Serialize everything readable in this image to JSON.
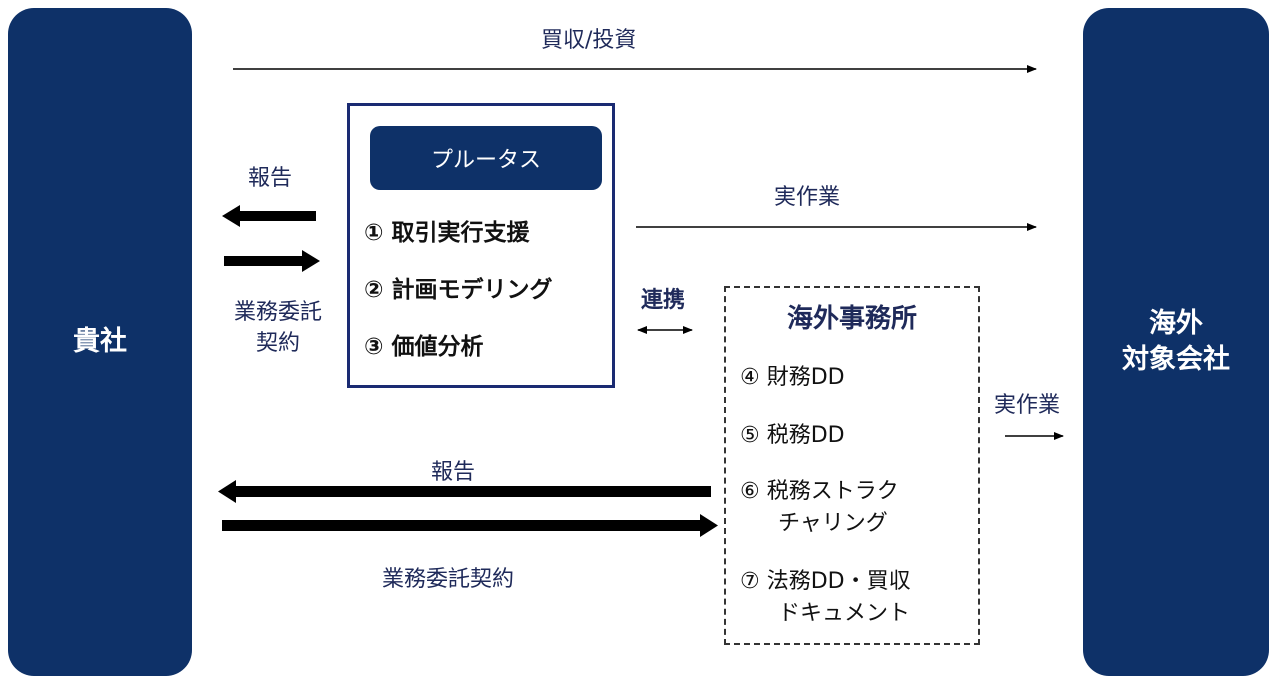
{
  "left_pillar": {
    "label": "貴社"
  },
  "right_pillar": {
    "line1": "海外",
    "line2": "対象会社"
  },
  "top_arrow_label": "買収/投資",
  "left_report_label": "報告",
  "left_contract_label_line1": "業務委託",
  "left_contract_label_line2": "契約",
  "pluto": {
    "title": "プルータス",
    "items": [
      "① 取引実行支援",
      "② 計画モデリング",
      "③ 価値分析"
    ]
  },
  "work_label_top": "実作業",
  "link_label": "連携",
  "office": {
    "title": "海外事務所",
    "items": [
      {
        "line1": "④ 財務DD",
        "line2": ""
      },
      {
        "line1": "⑤ 税務DD",
        "line2": ""
      },
      {
        "line1": "⑥ 税務ストラク",
        "line2": "チャリング"
      },
      {
        "line1": "⑦ 法務DD・買収",
        "line2": "ドキュメント"
      }
    ]
  },
  "work_label_right": "実作業",
  "bottom_report_label": "報告",
  "bottom_contract_label": "業務委託契約",
  "colors": {
    "navy": "#0e3168",
    "border": "#1a2a72",
    "text": "#1f2a5a"
  }
}
